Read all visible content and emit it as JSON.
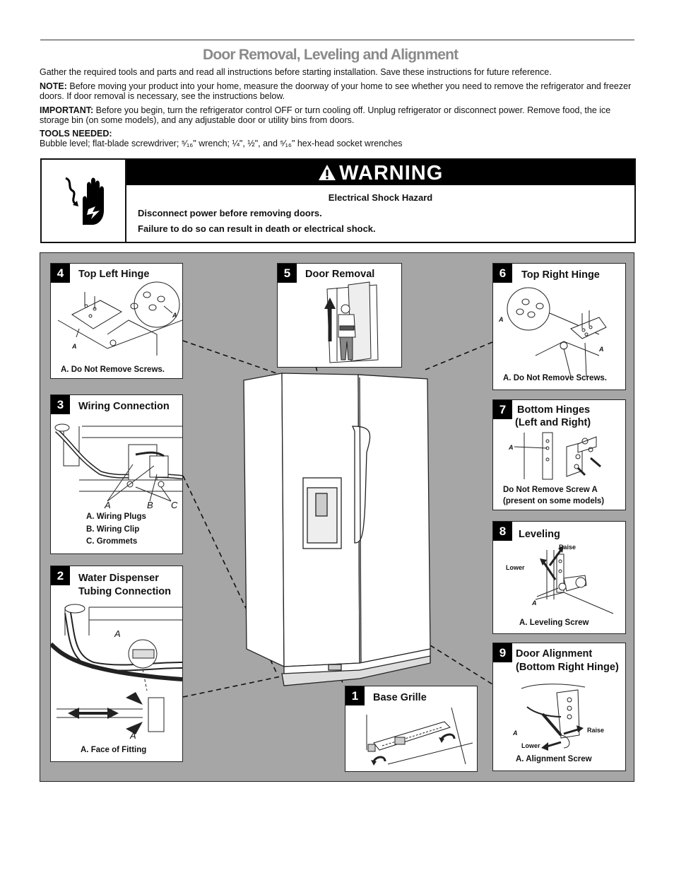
{
  "title": "Door Removal, Leveling and Alignment",
  "intro": "Gather the required tools and parts and read all instructions before starting installation. Save these instructions for future reference.",
  "note": {
    "label": "NOTE:",
    "text": " Before moving your product into your home, measure the doorway of your home to see whether you need to remove the refrigerator and freezer doors. If door removal is necessary, see the instructions below."
  },
  "important": {
    "label": "IMPORTANT:",
    "text": " Before you begin, turn the refrigerator control OFF or turn cooling off. Unplug refrigerator or disconnect power. Remove food, the ice storage bin (on some models), and any adjustable door or utility bins from doors."
  },
  "tools": {
    "label": "TOOLS NEEDED:",
    "text": "Bubble level; flat-blade screwdriver; ⁵⁄₁₆\" wrench; ¼\", ½\", and ⁵⁄₁₆\" hex-head socket wrenches"
  },
  "warning": {
    "header": "WARNING",
    "hazard": "Electrical Shock Hazard",
    "line1": "Disconnect power before removing doors.",
    "line2": "Failure to do so can result in death or electrical shock.",
    "icon": "electrical-shock-hand-icon"
  },
  "steps": {
    "s4": {
      "num": "4",
      "title": "Top Left Hinge",
      "caption": "A. Do Not Remove Screws.",
      "a": "A"
    },
    "s5": {
      "num": "5",
      "title": "Door Removal"
    },
    "s6": {
      "num": "6",
      "title": "Top Right Hinge",
      "caption": "A. Do Not Remove Screws.",
      "a": "A"
    },
    "s3": {
      "num": "3",
      "title": "Wiring Connection",
      "a": "A",
      "b": "B",
      "c": "C",
      "legend": [
        "A. Wiring Plugs",
        "B. Wiring Clip",
        "C. Grommets"
      ]
    },
    "s7": {
      "num": "7",
      "title1": "Bottom Hinges",
      "title2": "(Left and Right)",
      "a": "A",
      "caption1": "Do Not Remove Screw A",
      "caption2": "(present on some models)"
    },
    "s8": {
      "num": "8",
      "title": "Leveling",
      "raise": "Raise",
      "lower": "Lower",
      "a": "A",
      "caption": "A. Leveling Screw"
    },
    "s2": {
      "num": "2",
      "title1": "Water Dispenser",
      "title2": "Tubing Connection",
      "a": "A",
      "caption": "A. Face of Fitting"
    },
    "s9": {
      "num": "9",
      "title1": "Door Alignment",
      "title2": "(Bottom Right Hinge)",
      "raise": "Raise",
      "lower": "Lower",
      "a": "A",
      "caption": "A. Alignment Screw"
    },
    "s1": {
      "num": "1",
      "title": "Base Grille"
    }
  }
}
